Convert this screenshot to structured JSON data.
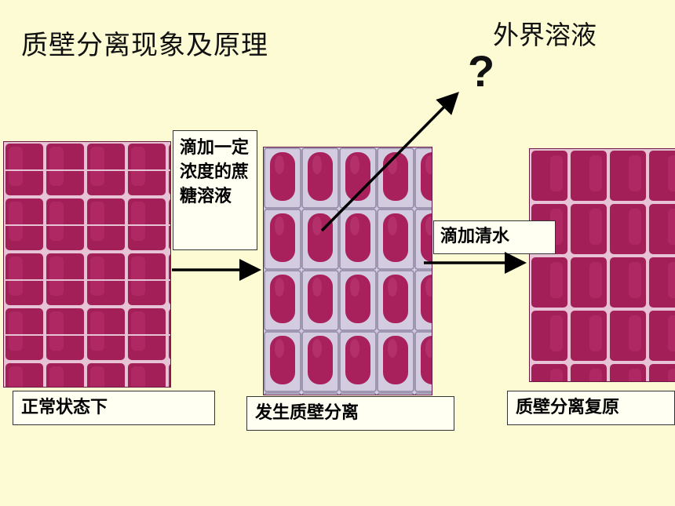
{
  "slide": {
    "title": "质壁分离现象及原理",
    "outer_label": "外界溶液",
    "question_mark": "?"
  },
  "steps": {
    "add_sucrose": "滴加一定浓度的蔗糖溶液",
    "add_water": "滴加清水"
  },
  "captions": {
    "normal": "正常状态下",
    "plasmolysis": "发生质壁分离",
    "recovery": "质壁分离复原"
  },
  "colors": {
    "background": "#fcfbd3",
    "cell_fill": "#a8215c",
    "cell_wall": "#e7c8d8",
    "plasmolysis_background": "#cfc6dd"
  }
}
